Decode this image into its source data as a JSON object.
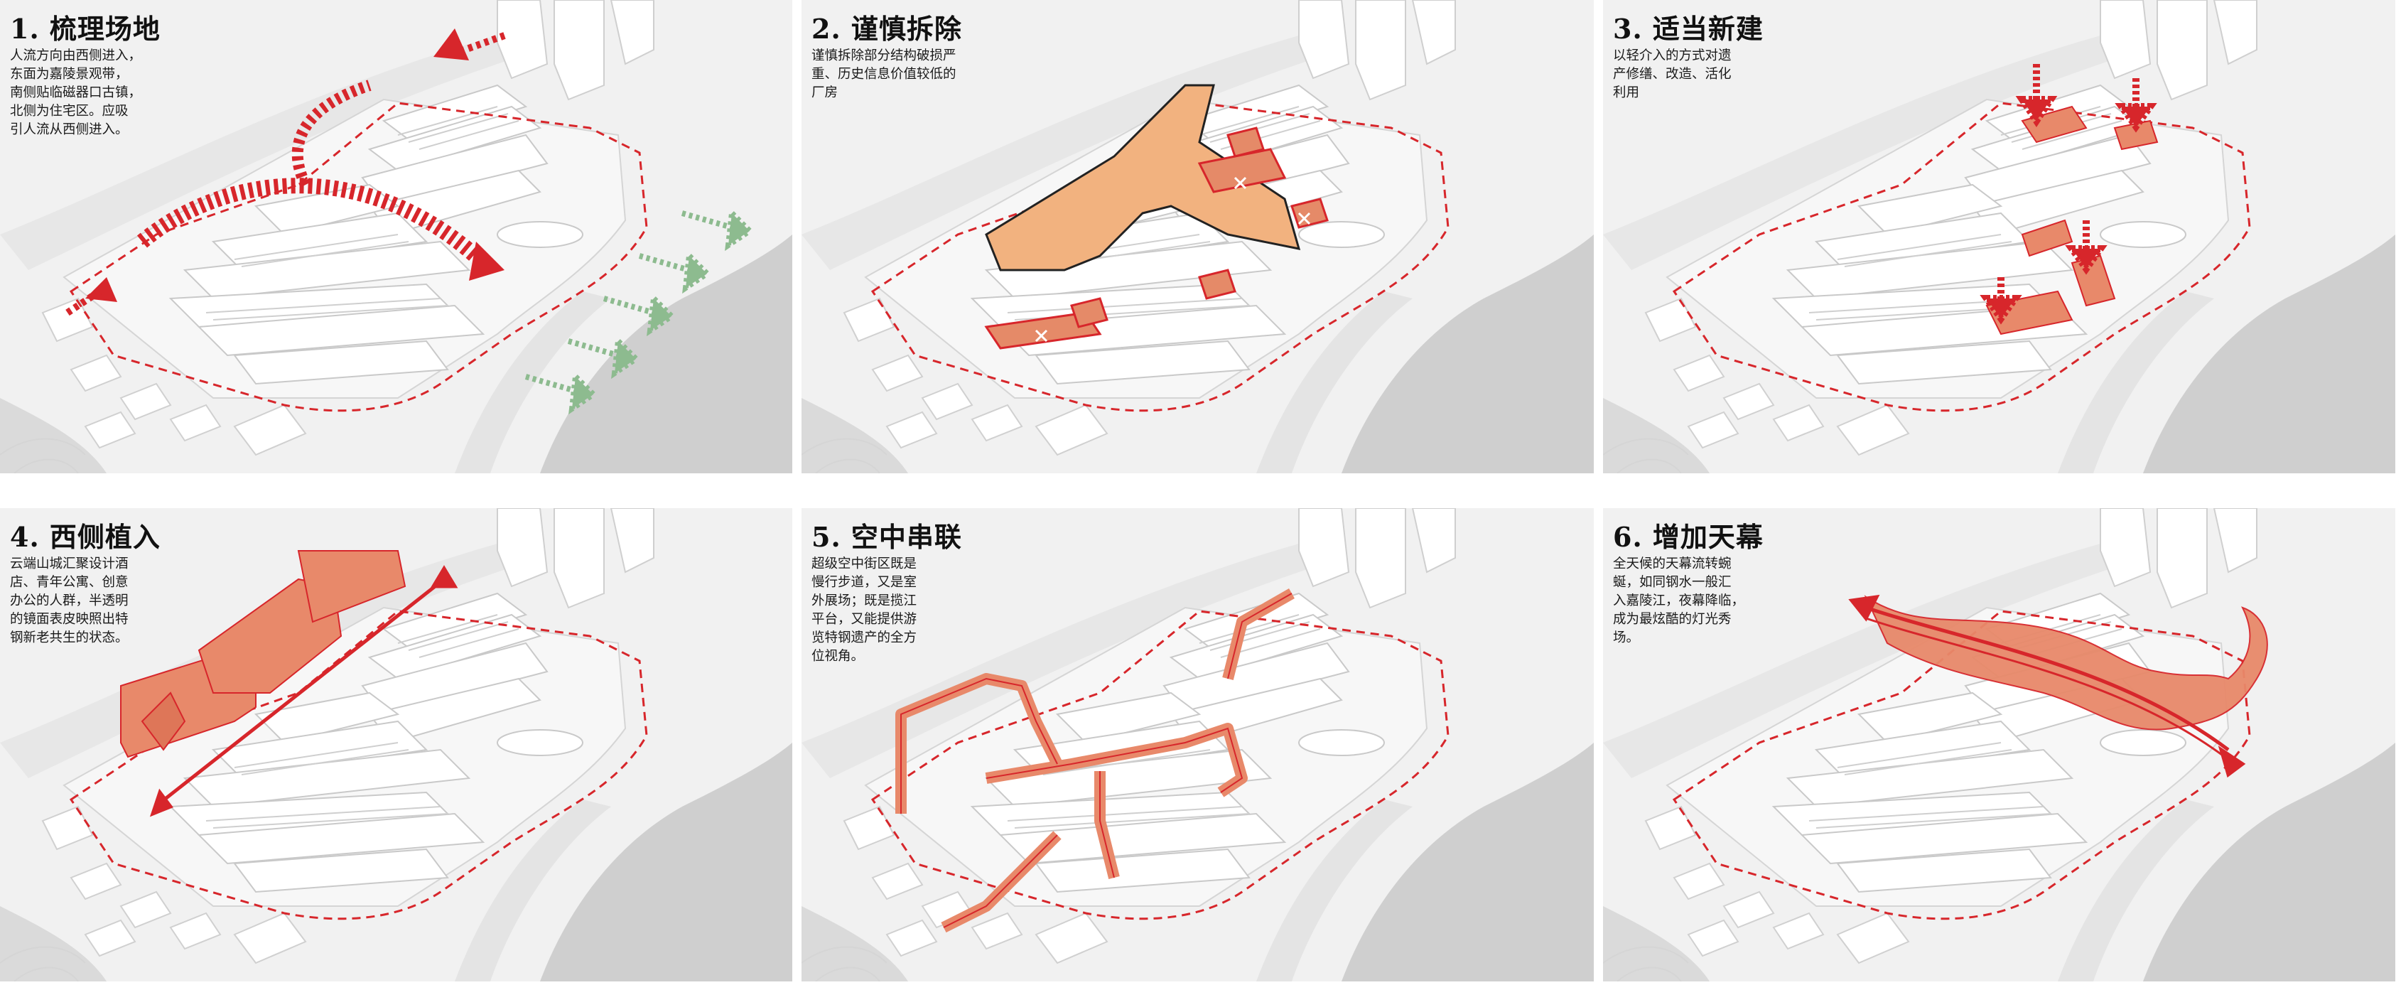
{
  "colors": {
    "accent_red": "#d7262b",
    "new_build_orange": "#e8896a",
    "demolish_orange": "#f2b27f",
    "river_green": "#8dbb8f",
    "ground": "#f1f1f1",
    "building": "#ffffff",
    "water": "#cfcfcf"
  },
  "panels": [
    {
      "title": "1. 梳理场地",
      "desc": "人流方向由西侧进入，\n东面为嘉陵景观带，\n南侧贴临磁器口古镇，\n北侧为住宅区。应吸\n引人流从西侧进入。"
    },
    {
      "title": "2. 谨慎拆除",
      "desc": "谨慎拆除部分结构破损严\n重、历史信息价值较低的\n厂房"
    },
    {
      "title": "3. 适当新建",
      "desc": "以轻介入的方式对遗\n产修缮、改造、活化\n利用"
    },
    {
      "title": "4. 西侧植入",
      "desc": "云端山城汇聚设计酒\n店、青年公寓、创意\n办公的人群，半透明\n的镜面表皮映照出特\n钢新老共生的状态。"
    },
    {
      "title": "5. 空中串联",
      "desc": "超级空中街区既是\n慢行步道，又是室\n外展场；既是揽江\n平台，又能提供游\n览特钢遗产的全方\n位视角。"
    },
    {
      "title": "6. 增加天幕",
      "desc": "全天候的天幕流转蜿\n蜒，如同钢水一般汇\n入嘉陵江，夜幕降临，\n成为最炫酷的灯光秀\n场。"
    }
  ]
}
